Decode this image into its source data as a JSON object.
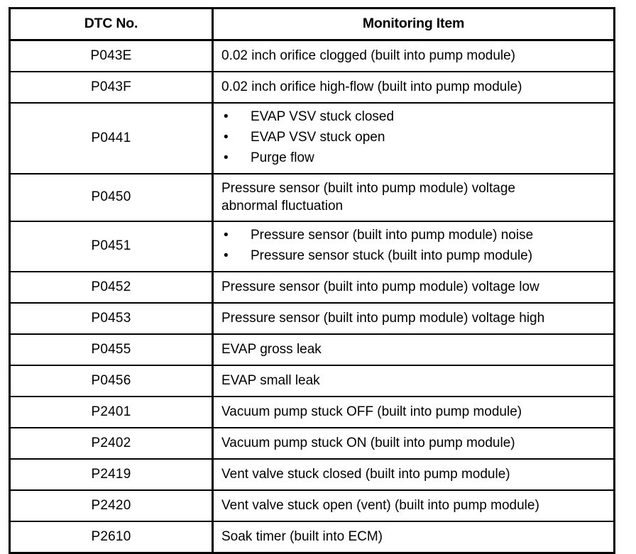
{
  "table": {
    "headers": {
      "dtc": "DTC No.",
      "item": "Monitoring Item"
    },
    "bullet_glyph": "•",
    "rows": [
      {
        "dtc": "P043E",
        "type": "text",
        "lines": [
          "0.02 inch orifice clogged (built into pump module)"
        ]
      },
      {
        "dtc": "P043F",
        "type": "text",
        "lines": [
          "0.02 inch orifice high-flow (built into pump module)"
        ]
      },
      {
        "dtc": "P0441",
        "type": "bullets",
        "items": [
          "EVAP VSV stuck closed",
          "EVAP VSV stuck open",
          "Purge flow"
        ]
      },
      {
        "dtc": "P0450",
        "type": "text",
        "lines": [
          "Pressure sensor (built into pump module) voltage",
          "abnormal fluctuation"
        ]
      },
      {
        "dtc": "P0451",
        "type": "bullets",
        "items": [
          "Pressure sensor (built into pump module) noise",
          "Pressure sensor stuck (built into pump module)"
        ]
      },
      {
        "dtc": "P0452",
        "type": "text",
        "lines": [
          "Pressure sensor (built into pump module) voltage low"
        ]
      },
      {
        "dtc": "P0453",
        "type": "text",
        "lines": [
          "Pressure sensor (built into pump module) voltage high"
        ]
      },
      {
        "dtc": "P0455",
        "type": "text",
        "lines": [
          "EVAP gross leak"
        ]
      },
      {
        "dtc": "P0456",
        "type": "text",
        "lines": [
          "EVAP small leak"
        ]
      },
      {
        "dtc": "P2401",
        "type": "text",
        "lines": [
          "Vacuum pump stuck OFF (built into pump module)"
        ]
      },
      {
        "dtc": "P2402",
        "type": "text",
        "lines": [
          "Vacuum pump stuck ON (built into pump module)"
        ]
      },
      {
        "dtc": "P2419",
        "type": "text",
        "lines": [
          "Vent valve stuck closed (built into pump module)"
        ]
      },
      {
        "dtc": "P2420",
        "type": "text",
        "lines": [
          "Vent valve stuck open (vent) (built into pump module)"
        ]
      },
      {
        "dtc": "P2610",
        "type": "text",
        "lines": [
          "Soak timer (built into ECM)"
        ]
      }
    ]
  },
  "colors": {
    "border": "#000000",
    "text": "#000000",
    "background": "#ffffff"
  }
}
